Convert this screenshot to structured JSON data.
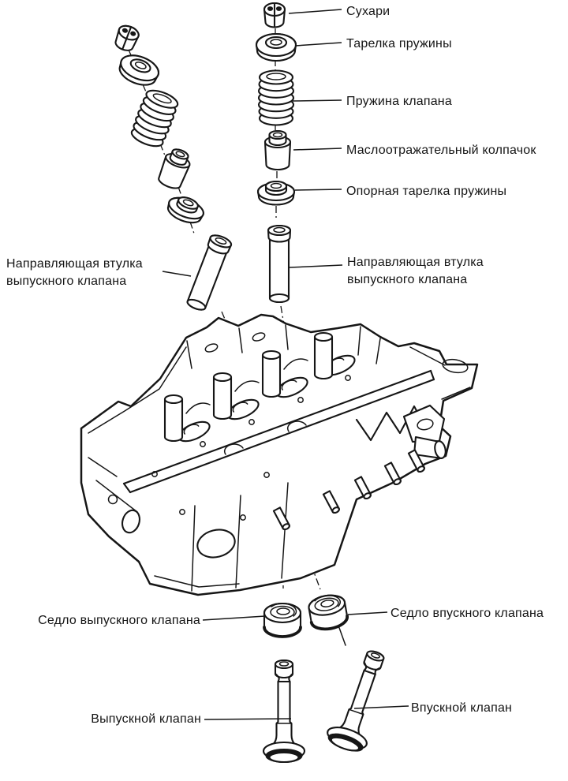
{
  "colors": {
    "ink": "#161616",
    "paper": "#ffffff"
  },
  "labels": {
    "keepers": "Сухари",
    "spring_retainer": "Тарелка пружины",
    "valve_spring": "Пружина клапана",
    "oil_seal_cap": "Маслоотражательный колпачок",
    "spring_seat": "Опорная тарелка пружины",
    "guide_left": "Направляющая втулка\nвыпускного клапана",
    "guide_right": "Направляющая втулка\nвыпускного клапана",
    "seat_exhaust": "Седло выпускного клапана",
    "seat_intake": "Седло впускного клапана",
    "valve_exhaust": "Выпускной клапан",
    "valve_intake": "Впускной клапан"
  }
}
